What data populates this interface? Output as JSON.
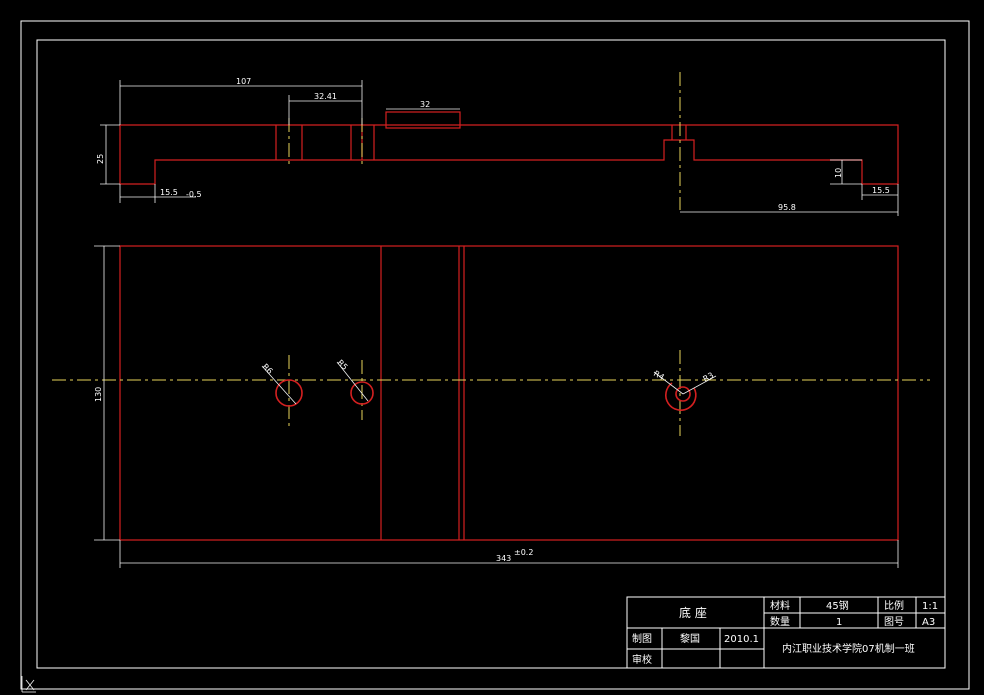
{
  "dimensions": {
    "top_len": "107",
    "mid_len": "32.41",
    "slot_len": "32",
    "height_left": "25",
    "step_left": "15.5",
    "step_tol": "-0.5",
    "right_span": "95.8",
    "step_right": "15.5",
    "step_right_h": "10",
    "plate_w": "130",
    "plate_len": "343",
    "plate_tol": "±0.2",
    "r_hole1": "R6",
    "r_hole2": "R5",
    "r_hole3": "R4",
    "r_hole4": "R3"
  },
  "title_block": {
    "part_name": "底 座",
    "material_label": "材料",
    "material_value": "45钢",
    "scale_label": "比例",
    "scale_value": "1:1",
    "quantity_label": "数量",
    "quantity_value": "1",
    "drawing_no_label": "图号",
    "drawing_no_value": "A3",
    "drawn_label": "制图",
    "drawn_name": "黎国",
    "drawn_date": "2010.1",
    "check_label": "审校",
    "school": "内江职业技术学院07机制一班"
  },
  "colors": {
    "part_outline": "#d42020",
    "center_line": "#e8d55a",
    "dimension": "#f2f2f2",
    "background": "#000000"
  }
}
